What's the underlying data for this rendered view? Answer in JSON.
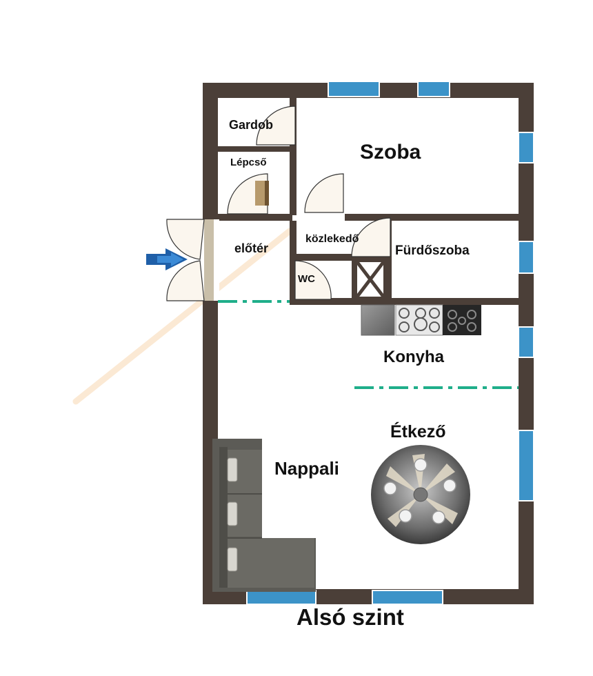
{
  "rooms": {
    "gardob": "Gardob",
    "lepcso": "Lépcső",
    "szoba": "Szoba",
    "eloter": "előtér",
    "kozlekedo": "közlekedő",
    "furdoszoba": "Fürdőszoba",
    "wc": "WC",
    "konyha": "Konyha",
    "etkezo": "Étkező",
    "nappali": "Nappali"
  },
  "caption": "Alsó szint",
  "colors": {
    "wall": "#4b3f38",
    "window": "#3c93c8",
    "door": "#fbf6ee",
    "zone_divider": "#1fae8a",
    "entry_arrow": "#1f5fa8",
    "sofa": "#5c5b56",
    "light_beam": "#fbe9d4"
  },
  "icons": [
    "entry-arrow-icon",
    "cooktop-icon",
    "oven-icon",
    "dining-table-icon",
    "sofa-icon",
    "stair-icon"
  ]
}
